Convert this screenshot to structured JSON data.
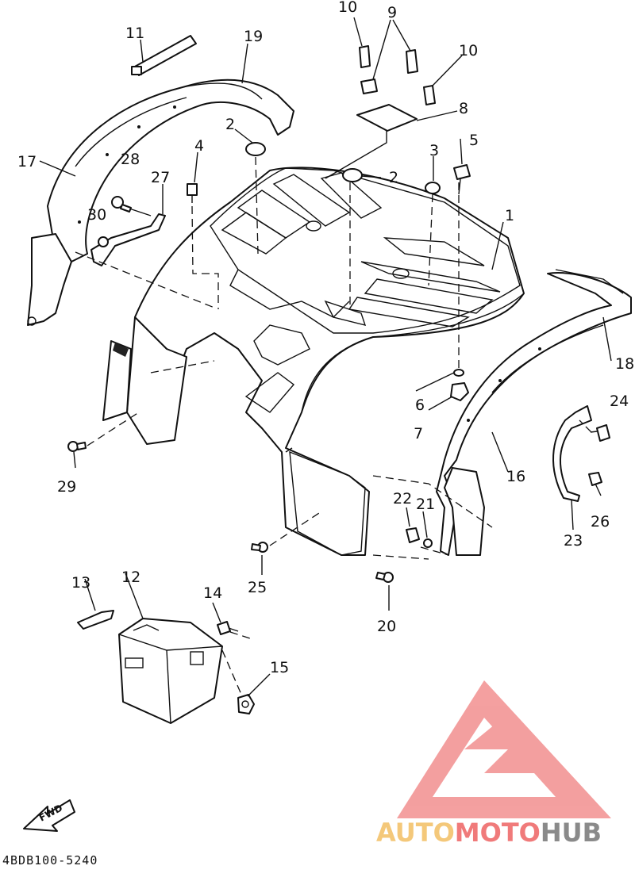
{
  "diagram_code": "4BDB100-5240",
  "fwd_label": "FWD",
  "watermark": {
    "text_part1": "AUTO",
    "text_part2": "MOTO",
    "text_part3": "HUB",
    "color_part1": "#f4c87a",
    "color_part2": "#f07a7a",
    "color_part3": "#8a8a8a",
    "logo_color": "#f08080"
  },
  "callouts": {
    "c1": "1",
    "c2a": "2",
    "c2b": "2",
    "c3": "3",
    "c4": "4",
    "c5": "5",
    "c6": "6",
    "c7": "7",
    "c8": "8",
    "c9": "9",
    "c10a": "10",
    "c10b": "10",
    "c11": "11",
    "c12": "12",
    "c13": "13",
    "c14": "14",
    "c15": "15",
    "c16": "16",
    "c17": "17",
    "c18": "18",
    "c19": "19",
    "c20": "20",
    "c21": "21",
    "c22": "22",
    "c23": "23",
    "c24": "24",
    "c25": "25",
    "c26": "26",
    "c27": "27",
    "c28": "28",
    "c29": "29",
    "c30": "30"
  }
}
